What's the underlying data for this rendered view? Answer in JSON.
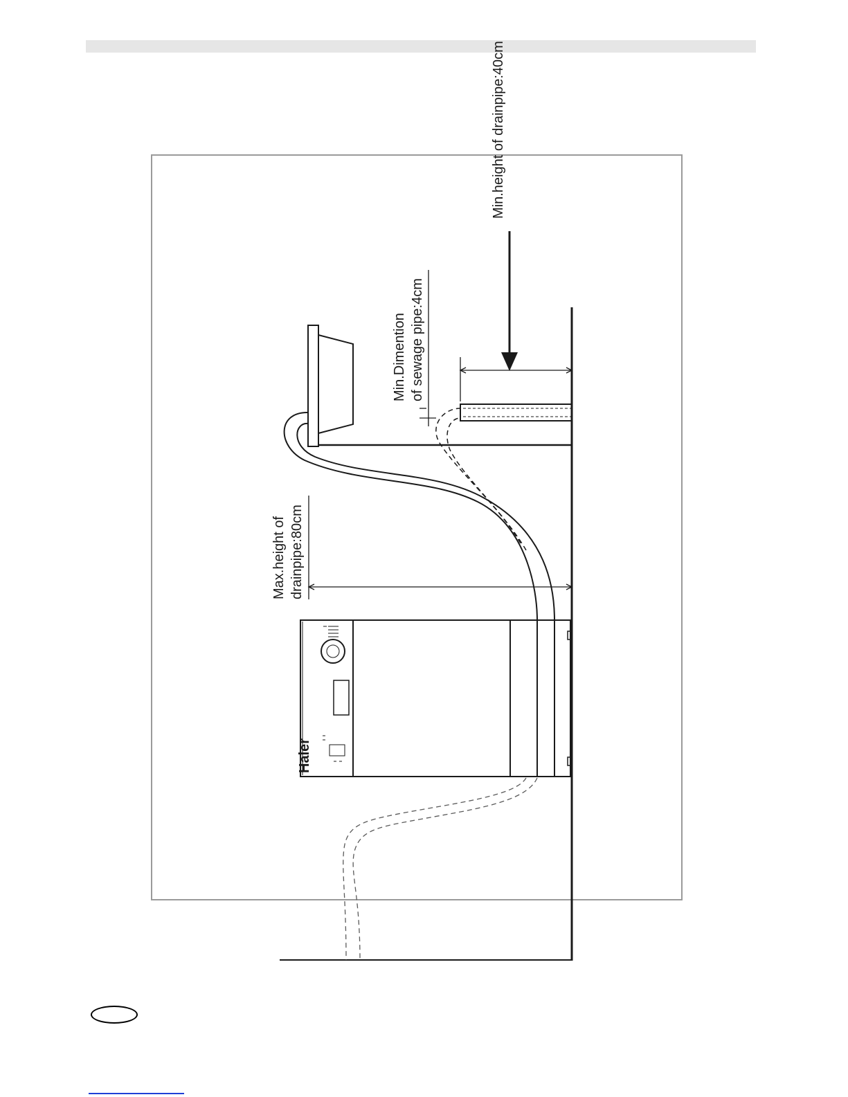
{
  "labels": {
    "max_height_line1": "Max.height of",
    "max_height_line2": "drainpipe:80cm",
    "min_dimension_line1": "Min.Dimention",
    "min_dimension_line2": "of sewage pipe:4cm",
    "min_height": "Min.height of drainpipe:40cm"
  },
  "appliance": {
    "brand": "Haier"
  },
  "colors": {
    "line": "#1a1a1a",
    "header_bar": "#e6e6e6",
    "frame_border": "#9a9a9a",
    "link_underline": "#1f3fd6"
  }
}
